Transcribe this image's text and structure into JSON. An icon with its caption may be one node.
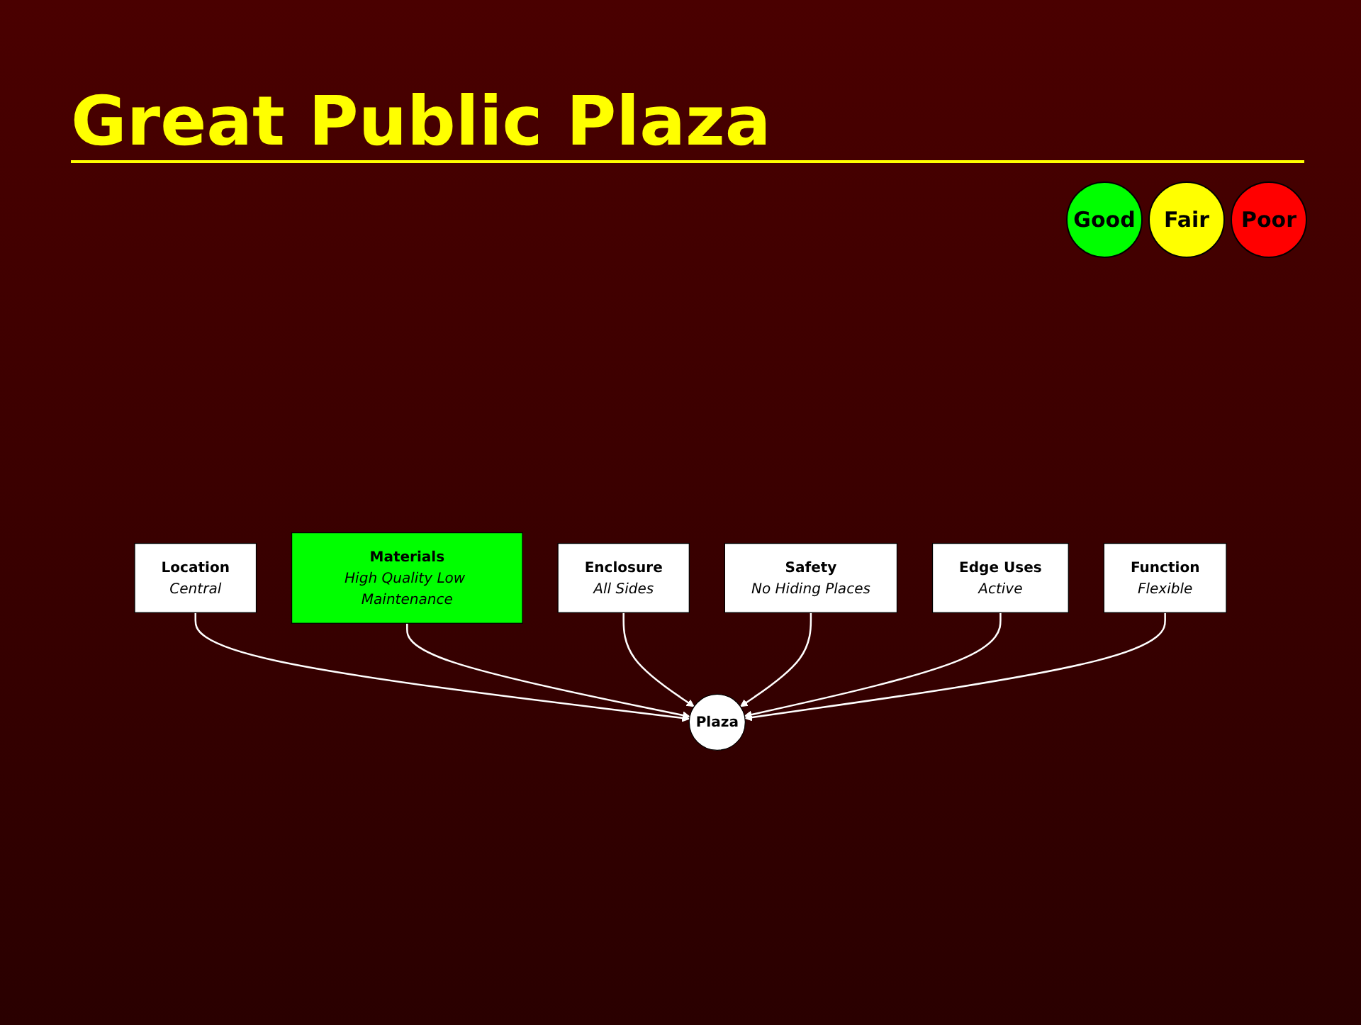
{
  "diagram": {
    "title": "Great Public Plaza",
    "nodes": [
      {
        "text": [
          "Location",
          "Central"
        ]
      },
      {
        "text": [
          "Materials",
          "High Quality Low Maintenance"
        ]
      },
      {
        "text": [
          "Enclosure",
          "All Sides"
        ]
      },
      {
        "text": [
          "Plaza"
        ]
      },
      {
        "text": [
          "Safety",
          "No Hiding Places"
        ]
      },
      {
        "text": [
          "Edge Uses",
          "Active"
        ]
      },
      {
        "text": [
          "Function",
          "Flexible"
        ]
      }
    ],
    "edges": [
      {
        "from": 0,
        "to": 3,
        "arrow": "to"
      },
      {
        "from": 1,
        "to": 3,
        "arrow": "to"
      },
      {
        "from": 2,
        "to": 3,
        "arrow": "to"
      },
      {
        "from": 4,
        "to": 3,
        "arrow": "to"
      },
      {
        "from": 5,
        "to": 3,
        "arrow": "to"
      },
      {
        "from": 6,
        "to": 3,
        "arrow": "to"
      }
    ],
    "legend": [
      {
        "text": "Good",
        "color": "#00ff00"
      },
      {
        "text": "Fair",
        "color": "#ffff00"
      },
      {
        "text": "Poor",
        "color": "#ff0000"
      }
    ]
  }
}
